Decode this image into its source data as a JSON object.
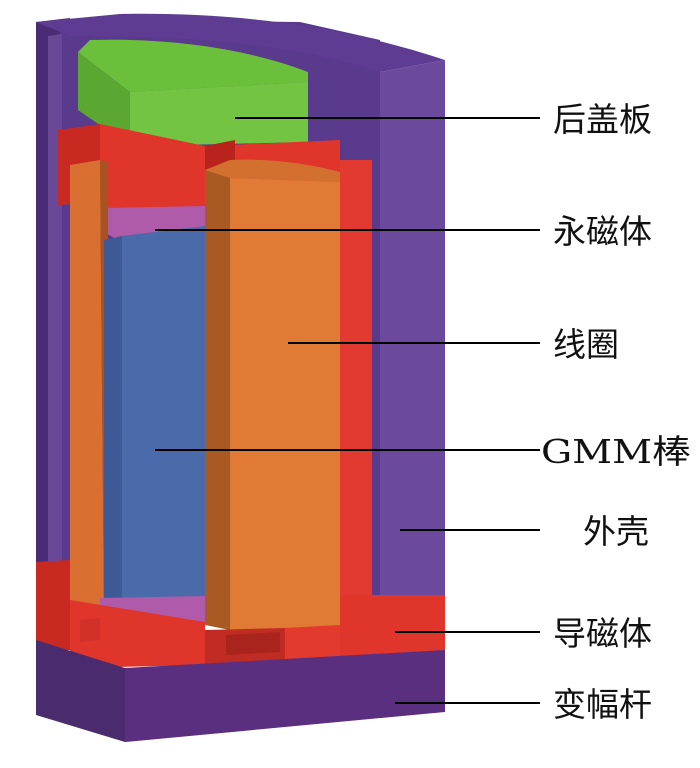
{
  "labels": {
    "back_cover": "后盖板",
    "permanent_magnet": "永磁体",
    "coil": "线圈",
    "gmm_rod": "GMM棒",
    "housing": "外壳",
    "magnetic_conductor": "导磁体",
    "horn": "变幅杆"
  },
  "colors": {
    "housing": "#5a3a8c",
    "housing_light": "#6b4a9e",
    "back_cover": "#6cbf3a",
    "red_part": "#e0352b",
    "coil": "#e07a35",
    "gmm_rod": "#4a6aaa",
    "magnet": "#b05aaa",
    "horn": "#5a2f80"
  }
}
